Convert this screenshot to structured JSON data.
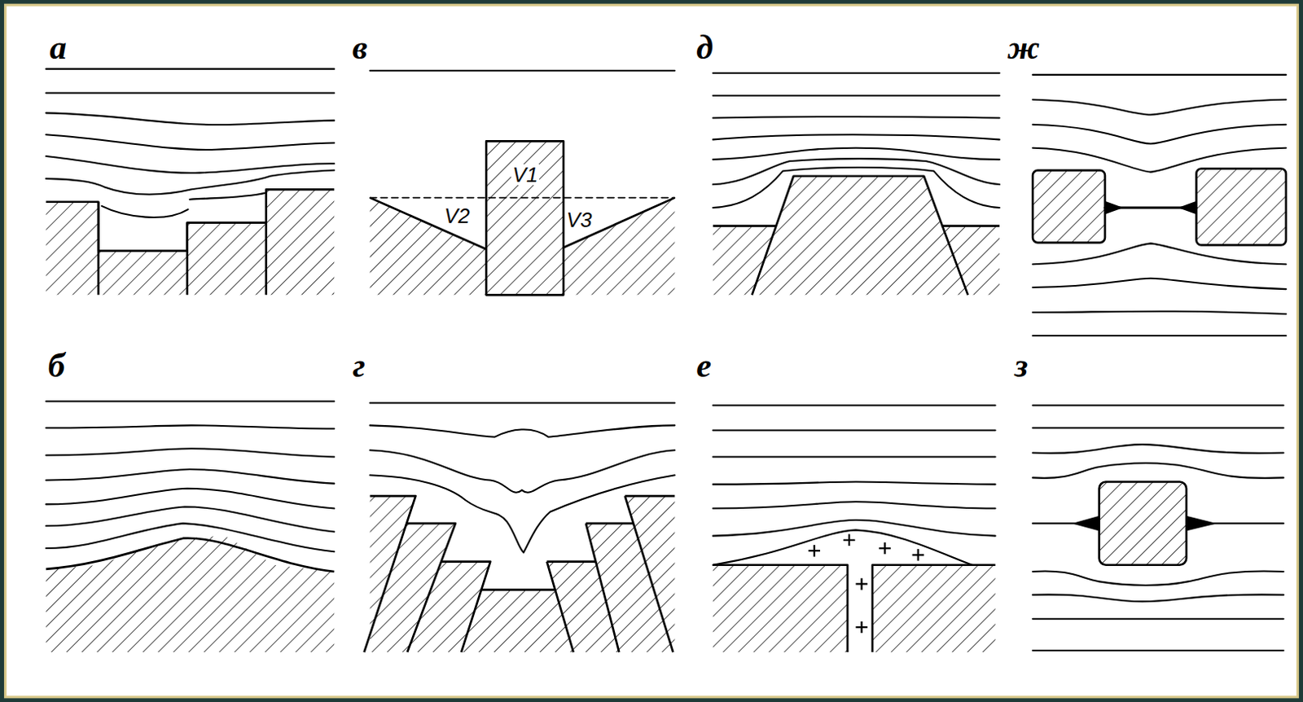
{
  "diagram": {
    "labels": [
      "а",
      "в",
      "д",
      "ж",
      "V1",
      "V2",
      "V3",
      "б",
      "г",
      "е",
      "з"
    ]
  }
}
